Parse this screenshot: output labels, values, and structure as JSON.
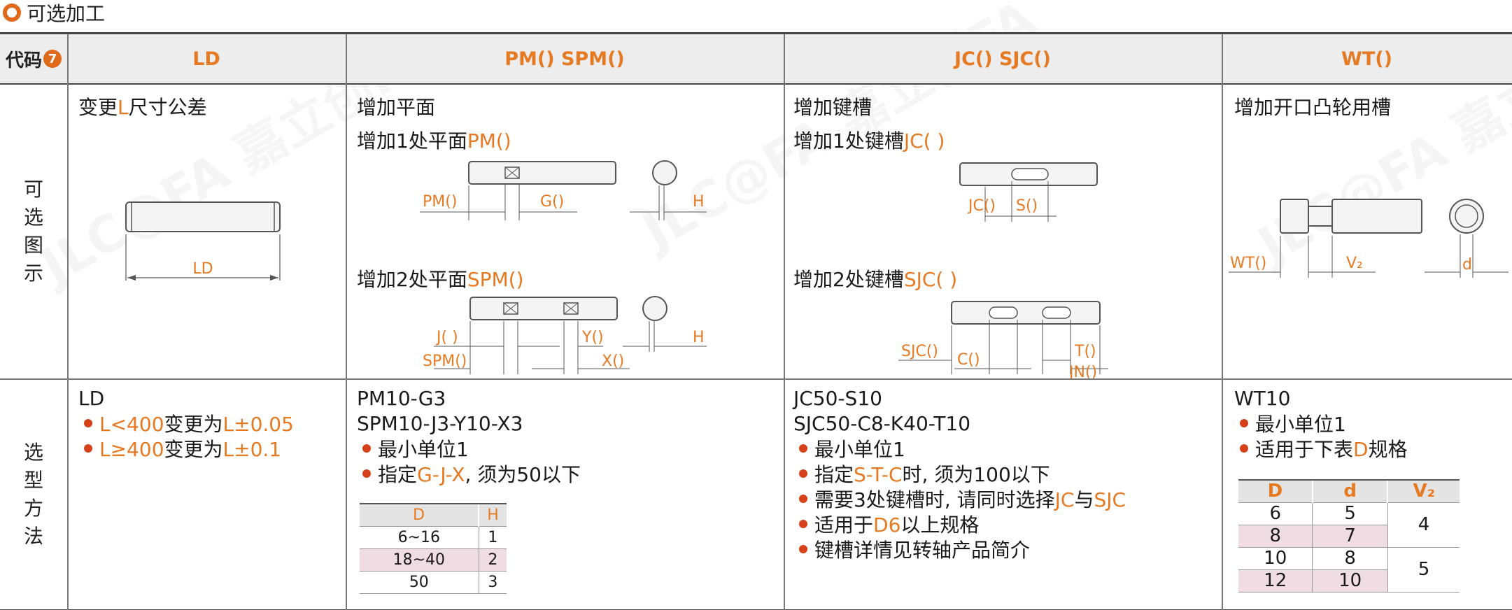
{
  "section_title": "可选加工",
  "header": {
    "code_label": "代码",
    "code_num": "7",
    "cols": [
      "LD",
      "PM() SPM()",
      "JC() SJC()",
      "WT()"
    ]
  },
  "row_labels": {
    "diagram": [
      "可",
      "选",
      "图",
      "示"
    ],
    "method": [
      "选",
      "型",
      "方",
      "法"
    ]
  },
  "ld": {
    "title_a": "变更",
    "title_b": "L",
    "title_c": "尺寸公差",
    "dim": "LD",
    "code": "LD",
    "bullets": [
      {
        "a": "L<400",
        "b": "变更为",
        "c": "L±0.05"
      },
      {
        "a": "L≥400",
        "b": "变更为",
        "c": "L±0.1"
      }
    ]
  },
  "pm": {
    "title": "增加平面",
    "sub1_a": "增加1处平面",
    "sub1_b": "PM()",
    "sub2_a": "增加2处平面",
    "sub2_b": "SPM()",
    "lbl_pm": "PM()",
    "lbl_g": "G()",
    "lbl_h": "H",
    "lbl_j": "J( )",
    "lbl_y": "Y()",
    "lbl_spm": "SPM()",
    "lbl_x": "X()",
    "lbl_h2": "H",
    "code1": "PM10-G3",
    "code2": "SPM10-J3-Y10-X3",
    "b1": "最小单位1",
    "b2_a": "指定",
    "b2_b": "G-J-X",
    "b2_c": ", 须为50以下",
    "table": {
      "headers": [
        "D",
        "H"
      ],
      "rows": [
        [
          "6~16",
          "1"
        ],
        [
          "18~40",
          "2"
        ],
        [
          "50",
          "3"
        ]
      ]
    }
  },
  "jc": {
    "title": "增加键槽",
    "sub1_a": "增加1处键槽",
    "sub1_b": "JC( )",
    "sub2_a": "增加2处键槽",
    "sub2_b": "SJC( )",
    "lbl_jc": "JC()",
    "lbl_s": "S()",
    "lbl_sjc": "SJC()",
    "lbl_t": "T()",
    "lbl_c": "C()",
    "lbl_jn": "JN()",
    "code1": "JC50-S10",
    "code2": "SJC50-C8-K40-T10",
    "b1": "最小单位1",
    "b2_a": "指定",
    "b2_b": "S-T-C",
    "b2_c": "时, 须为100以下",
    "b3_a": "需要3处键槽时, 请同时选择",
    "b3_b": "JC",
    "b3_c": "与",
    "b3_d": "SJC",
    "b4_a": "适用于",
    "b4_b": "D6",
    "b4_c": "以上规格",
    "b5": "键槽详情见转轴产品简介"
  },
  "wt": {
    "title": "增加开口凸轮用槽",
    "lbl_wt": "WT()",
    "lbl_v2": "V₂",
    "lbl_d": "d",
    "code": "WT10",
    "b1": "最小单位1",
    "b2_a": "适用于下表",
    "b2_b": "D",
    "b2_c": "规格",
    "table": {
      "headers": [
        "D",
        "d",
        "V₂"
      ],
      "rows": [
        [
          "6",
          "5"
        ],
        [
          "8",
          "7"
        ],
        [
          "10",
          "8"
        ],
        [
          "12",
          "10"
        ]
      ],
      "v2": [
        "4",
        "5"
      ]
    }
  },
  "watermark": "JLC@FA 嘉立创FA"
}
